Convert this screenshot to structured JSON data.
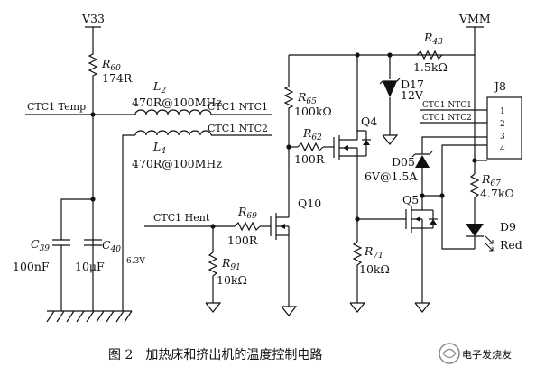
{
  "nets": {
    "v33": "V33",
    "vmm": "VMM",
    "ctc1_temp": "CTC1 Temp",
    "ctc1_ntc1": "CTC1 NTC1",
    "ctc1_ntc2": "CTC1 NTC2",
    "ctc1_hent": "CTC1 Hent"
  },
  "components": {
    "r60": {
      "ref": "R",
      "sub": "60",
      "value": "174R"
    },
    "l2": {
      "ref": "L",
      "sub": "2",
      "value": "470R@100MHz"
    },
    "l4": {
      "ref": "L",
      "sub": "4",
      "value": "470R@100MHz"
    },
    "c39": {
      "ref": "C",
      "sub": "39",
      "value": "100nF"
    },
    "c40": {
      "ref": "C",
      "sub": "40",
      "value": "10μF",
      "rating": "6.3V"
    },
    "r43": {
      "ref": "R",
      "sub": "43",
      "value": "1.5kΩ"
    },
    "r65": {
      "ref": "R",
      "sub": "65",
      "value": "100kΩ"
    },
    "r62": {
      "ref": "R",
      "sub": "62",
      "value": "100R"
    },
    "d17": {
      "ref": "D17",
      "value": "12V"
    },
    "q4": {
      "ref": "Q4"
    },
    "q10": {
      "ref": "Q10"
    },
    "q5": {
      "ref": "Q5"
    },
    "d05": {
      "ref": "D05",
      "value": "6V@1.5A"
    },
    "r67": {
      "ref": "R",
      "sub": "67",
      "value": "4.7kΩ"
    },
    "r69": {
      "ref": "R",
      "sub": "69",
      "value": "100R"
    },
    "r91": {
      "ref": "R",
      "sub": "91",
      "value": "10kΩ"
    },
    "r71": {
      "ref": "R",
      "sub": "71",
      "value": "10kΩ"
    },
    "d9": {
      "ref": "D9",
      "value": "Red"
    }
  },
  "connector_j8": {
    "ref": "J8",
    "pins": [
      "1",
      "2",
      "3",
      "4"
    ],
    "labels": [
      "CTC1 NTC1",
      "CTC1 NTC2"
    ]
  },
  "caption": "图 2　加热床和挤出机的温度控制电路",
  "watermark": "电子发烧友"
}
